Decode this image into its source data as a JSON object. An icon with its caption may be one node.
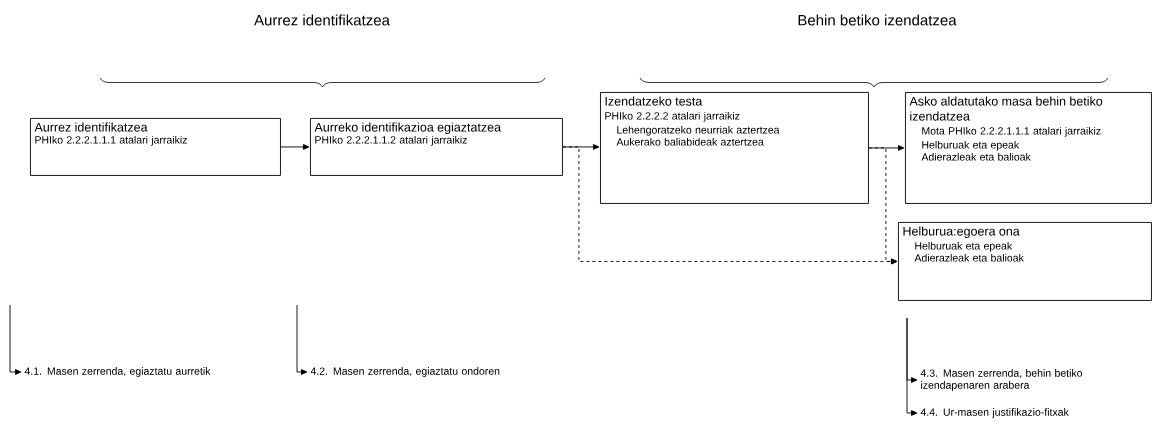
{
  "diagram": {
    "nodes": [
      {
        "text": [
          "Aurrez identifikatzea",
          "PHIko 2.2.2.1.1.1 atalari jarraikiz"
        ]
      },
      {
        "text": [
          "Aurreko identifikazioa egiaztatzea",
          "PHIko 2.2.2.1.1.2 atalari jarraikiz"
        ]
      },
      {
        "text": [
          "Izendatzeko testa",
          "PHIko 2.2.2.2 atalari jarraikiz",
          "Lehengoratzeko neurriak aztertzea",
          "Aukerako baliabideak aztertzea"
        ]
      },
      {
        "text": [
          "Asko aldatutako masa behin betiko izendatzea",
          "Mota PHIko 2.2.2.1.1.1 atalari jarraikiz",
          "Helburuak eta epeak",
          "Adierazleak eta balioak"
        ]
      },
      {
        "text": [
          "Helburua:egoera ona",
          "Helburuak eta epeak",
          "Adierazleak eta balioak"
        ]
      },
      {
        "text": [
          "4.1. Masen zerrenda, egiaztatu aurretik"
        ]
      },
      {
        "text": [
          "4.2. Masen zerrenda, egiaztatu ondoren"
        ]
      },
      {
        "text": [
          "4.3. Masen zerrenda, behin betiko izendapenaren arabera"
        ]
      },
      {
        "text": [
          "4.4. Ur-masen justifikazio-fitxak"
        ]
      }
    ],
    "edges": [
      {
        "from": 0,
        "to": 1,
        "arrow": "to"
      },
      {
        "from": 1,
        "to": 2,
        "arrow": "to"
      },
      {
        "from": 1,
        "to": 4,
        "arrow": "to",
        "style": "dashed"
      },
      {
        "from": 2,
        "to": 3,
        "arrow": "to"
      },
      {
        "from": 2,
        "to": 4,
        "arrow": "to",
        "style": "dashed"
      },
      {
        "from": null,
        "to": 5,
        "arrow": "to"
      },
      {
        "from": null,
        "to": 6,
        "arrow": "to"
      },
      {
        "from": null,
        "to": 7,
        "arrow": "to"
      },
      {
        "from": null,
        "to": 8,
        "arrow": "to"
      }
    ],
    "labels": [
      "Aurrez identifikatzea",
      "Behin betiko izendatzea"
    ]
  }
}
